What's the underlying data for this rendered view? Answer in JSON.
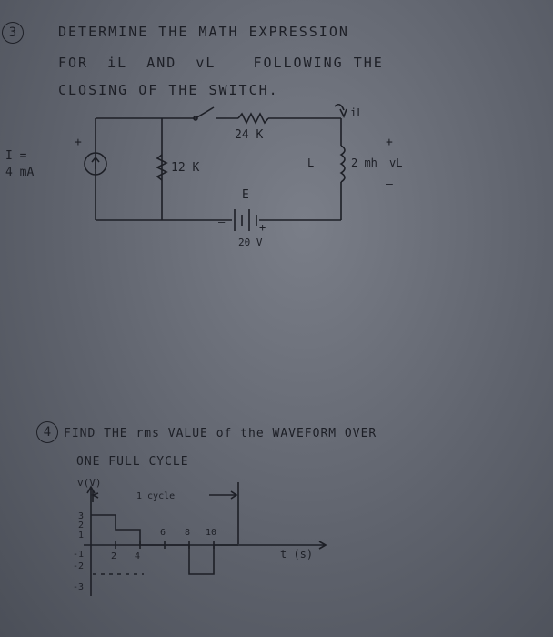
{
  "problem3": {
    "number": "3",
    "line1": "DETERMINE THE MATH EXPRESSION",
    "line2_a": "FOR",
    "line2_b": "iL",
    "line2_c": "AND",
    "line2_d": "vL",
    "line2_e": "FOLLOWING THE",
    "line3": "CLOSING OF THE SWITCH.",
    "circuit": {
      "source_label_top": "I =",
      "source_label_bottom": "4 mA",
      "source_plus": "+",
      "r1": "12 K",
      "r2": "24 K",
      "inductor_prefix": "L",
      "inductor_value": "2 mh",
      "inductor_voltage": "vL",
      "inductor_current": "iL",
      "plus_sign": "+",
      "minus_sign": "–",
      "battery_name": "E",
      "battery_value": "20 V",
      "battery_minus": "–",
      "battery_plus": "+"
    }
  },
  "problem4": {
    "number": "4",
    "line1": "FIND THE rms VALUE of the WAVEFORM OVER",
    "line2": "ONE FULL CYCLE",
    "ylabel": "v(V)",
    "xlabel": "t (s)",
    "cycle_label": "1 cycle",
    "y_ticks": [
      "3",
      "2",
      "1",
      "-1",
      "-2",
      "-3"
    ],
    "x_ticks": [
      "2",
      "4",
      "6",
      "8",
      "10"
    ]
  }
}
